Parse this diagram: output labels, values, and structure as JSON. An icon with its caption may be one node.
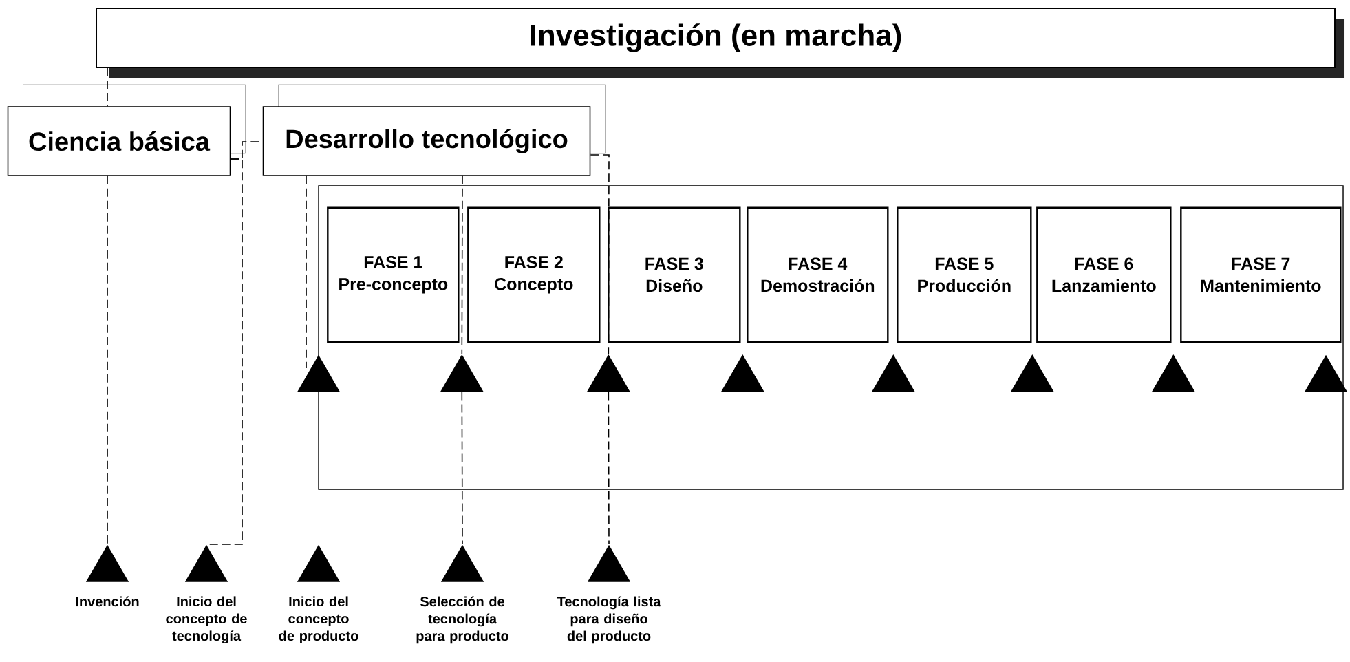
{
  "diagram": {
    "nodes": [
      {
        "text": [
          "Investigación (en marcha)"
        ]
      },
      {
        "text": [
          "Ciencia básica"
        ]
      },
      {
        "text": [
          "Desarrollo tecnológico"
        ]
      },
      {
        "text": [],
        "shape": "box"
      },
      {
        "text": [
          "FASE 1",
          "Pre-concepto"
        ],
        "in": 3
      },
      {
        "text": [
          "FASE 2",
          "Concepto"
        ],
        "in": 3
      },
      {
        "text": [
          "FASE 3",
          "Diseño"
        ],
        "in": 3
      },
      {
        "text": [
          "FASE 4",
          "Demostración"
        ],
        "in": 3
      },
      {
        "text": [
          "FASE 5",
          "Producción"
        ],
        "in": 3
      },
      {
        "text": [
          "FASE 6",
          "Lanzamiento"
        ],
        "in": 3
      },
      {
        "text": [
          "FASE 7",
          "Mantenimiento"
        ],
        "in": 3
      },
      {
        "text": [],
        "shape": "triangle"
      },
      {
        "text": [],
        "shape": "triangle",
        "in": 3
      },
      {
        "text": [],
        "shape": "triangle",
        "in": 3
      },
      {
        "text": [],
        "shape": "triangle",
        "in": 3
      },
      {
        "text": [],
        "shape": "triangle",
        "in": 3
      },
      {
        "text": [],
        "shape": "triangle",
        "in": 3
      },
      {
        "text": [],
        "shape": "triangle",
        "in": 3
      },
      {
        "text": [],
        "shape": "triangle"
      },
      {
        "text": [
          "Invención"
        ]
      },
      {
        "text": [
          "Inicio del concepto de tecnología"
        ]
      },
      {
        "text": [
          "Inicio del concepto de producto"
        ]
      },
      {
        "text": [
          "Selección de tecnología para producto"
        ]
      },
      {
        "text": [
          "Tecnología lista para diseño del producto"
        ]
      }
    ],
    "edges": [
      {
        "from": 0,
        "to": 1,
        "arrow": "none",
        "style": "dashed"
      },
      {
        "from": 1,
        "to": 19,
        "arrow": "none",
        "style": "dashed"
      },
      {
        "from": 1,
        "to": 2,
        "arrow": "none",
        "style": "dashed"
      },
      {
        "from": 1,
        "to": 20,
        "arrow": "none",
        "style": "dashed"
      },
      {
        "from": 2,
        "to": 11,
        "arrow": "none",
        "style": "dashed"
      },
      {
        "from": 2,
        "to": 12,
        "arrow": "none",
        "style": "dashed"
      },
      {
        "from": 12,
        "to": 22,
        "arrow": "none",
        "style": "dashed"
      },
      {
        "from": 2,
        "to": 13,
        "arrow": "none",
        "style": "dashed"
      },
      {
        "from": 13,
        "to": 23,
        "arrow": "none",
        "style": "dashed"
      }
    ]
  }
}
